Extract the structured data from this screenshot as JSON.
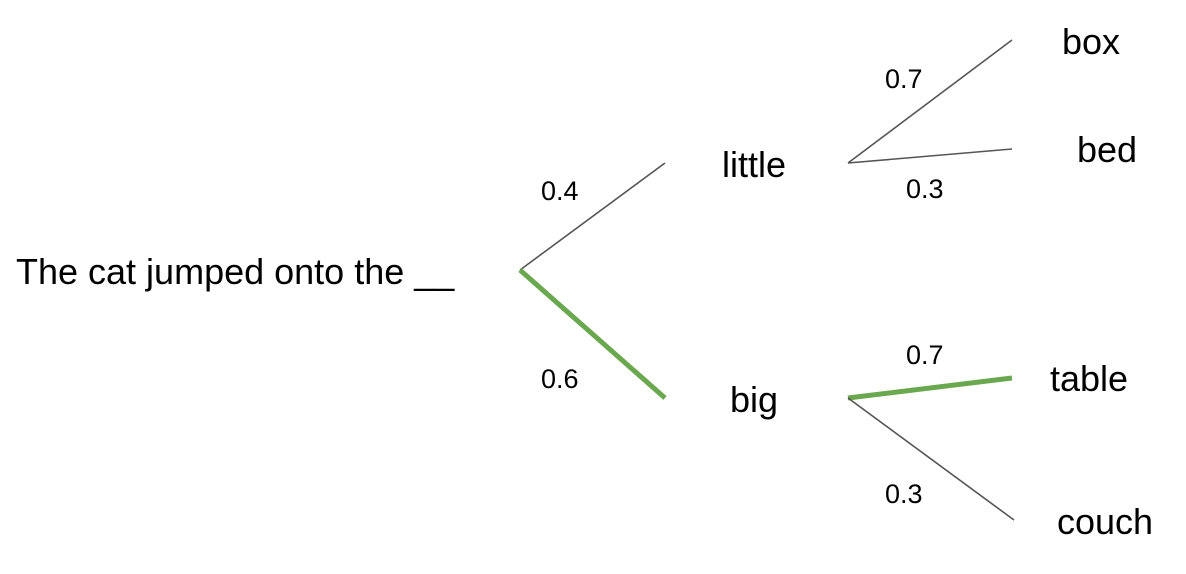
{
  "prompt": "The cat jumped onto the __",
  "highlight_color": "#6aa84f",
  "line_color": "#555555",
  "level1": [
    {
      "id": "little",
      "word": "little",
      "probability": "0.4",
      "highlighted": false
    },
    {
      "id": "big",
      "word": "big",
      "probability": "0.6",
      "highlighted": true
    }
  ],
  "level2": [
    {
      "id": "box",
      "parent": "little",
      "word": "box",
      "probability": "0.7",
      "highlighted": false
    },
    {
      "id": "bed",
      "parent": "little",
      "word": "bed",
      "probability": "0.3",
      "highlighted": false
    },
    {
      "id": "table",
      "parent": "big",
      "word": "table",
      "probability": "0.7",
      "highlighted": true
    },
    {
      "id": "couch",
      "parent": "big",
      "word": "couch",
      "probability": "0.3",
      "highlighted": false
    }
  ]
}
